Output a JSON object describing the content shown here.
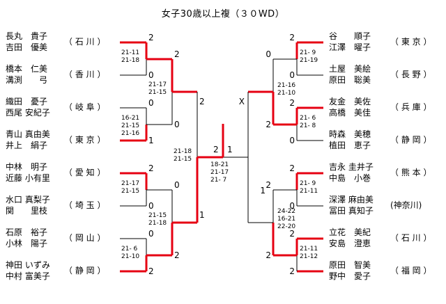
{
  "title": "女子30歳以上複（３０WD）",
  "left_teams": [
    {
      "p1": "長丸　貴子",
      "p2": "吉田　優美",
      "pref": "（ 石 川 ）"
    },
    {
      "p1": "橋本　仁美",
      "p2": "溝渕　　弓",
      "pref": "（ 香 川 ）"
    },
    {
      "p1": "織田　憂子",
      "p2": "西尾 安紀子",
      "pref": "（ 岐 阜 ）"
    },
    {
      "p1": "青山 真由美",
      "p2": "井上　絹子",
      "pref": "（ 東 京 ）"
    },
    {
      "p1": "中林　明子",
      "p2": "近藤 小有里",
      "pref": "（ 愛 知 ）"
    },
    {
      "p1": "水口 真梨子",
      "p2": "関　　里枝",
      "pref": "（ 埼 玉 ）"
    },
    {
      "p1": "石原　裕子",
      "p2": "小林　陽子",
      "pref": "（ 岡 山 ）"
    },
    {
      "p1": "神田 いずみ",
      "p2": "中村 富美子",
      "pref": "（ 静 岡 ）"
    }
  ],
  "right_teams": [
    {
      "p1": "谷　　順子",
      "p2": "江澤　曜子",
      "pref": "（ 東 京 ）"
    },
    {
      "p1": "土屋　美絵",
      "p2": "原田　聡美",
      "pref": "（ 長 野 ）"
    },
    {
      "p1": "友金　美佐",
      "p2": "高橋　美佳",
      "pref": "（ 兵 庫 ）"
    },
    {
      "p1": "時森　美穂",
      "p2": "植田　恵子",
      "pref": "（ 静 岡 ）"
    },
    {
      "p1": "吉永 圭井子",
      "p2": "中島　小巻",
      "pref": "（ 熊 本 ）"
    },
    {
      "p1": "深澤 麻由美",
      "p2": "冨田 真知子",
      "pref": "(神奈川)"
    },
    {
      "p1": "立花　美紀",
      "p2": "安島　澄恵",
      "pref": "（ 石 川 ）"
    },
    {
      "p1": "原田　智美",
      "p2": "野中　愛子",
      "pref": "（ 福 岡 ）"
    }
  ],
  "results": {
    "L1_scores": [
      "2",
      "0",
      "0",
      "1",
      "2",
      "0",
      "0",
      "2"
    ],
    "L1_games": [
      [
        "21-11",
        "21-18"
      ],
      [
        "16-21",
        "21-15",
        "21-16"
      ],
      [
        "21-17",
        "21-15"
      ],
      [
        "21- 6",
        "21-10"
      ]
    ],
    "L2_scores": [
      "2",
      "0",
      "0",
      "2"
    ],
    "L2_games": [
      [
        "21-17",
        "21-15"
      ],
      [
        "21-15",
        "21-18"
      ]
    ],
    "L3_scores": [
      "2",
      "1"
    ],
    "L3_games": [
      "21-18",
      "21-15"
    ],
    "F_games": [
      "18-21",
      "21-17",
      "21- 7"
    ],
    "R3_scores": [
      "X",
      "1"
    ],
    "R3_games": [
      "21-16",
      "21-10"
    ],
    "R3_games_b": [
      "24-22",
      "16-21",
      "22-20"
    ],
    "R2_scores": [
      "0",
      "2",
      "2",
      "2"
    ],
    "R2_games": [
      [
        "21- 9",
        "21-19"
      ],
      [
        "21- 6",
        "21- 8"
      ],
      [
        "21- 9",
        "21-11"
      ],
      [
        "21-11",
        "21-12"
      ]
    ],
    "R1_scores": [
      "2",
      "0",
      "2",
      "0",
      "2",
      "0",
      "2",
      "2"
    ]
  },
  "colors": {
    "winner_line": "#e60012",
    "line": "#000000"
  }
}
